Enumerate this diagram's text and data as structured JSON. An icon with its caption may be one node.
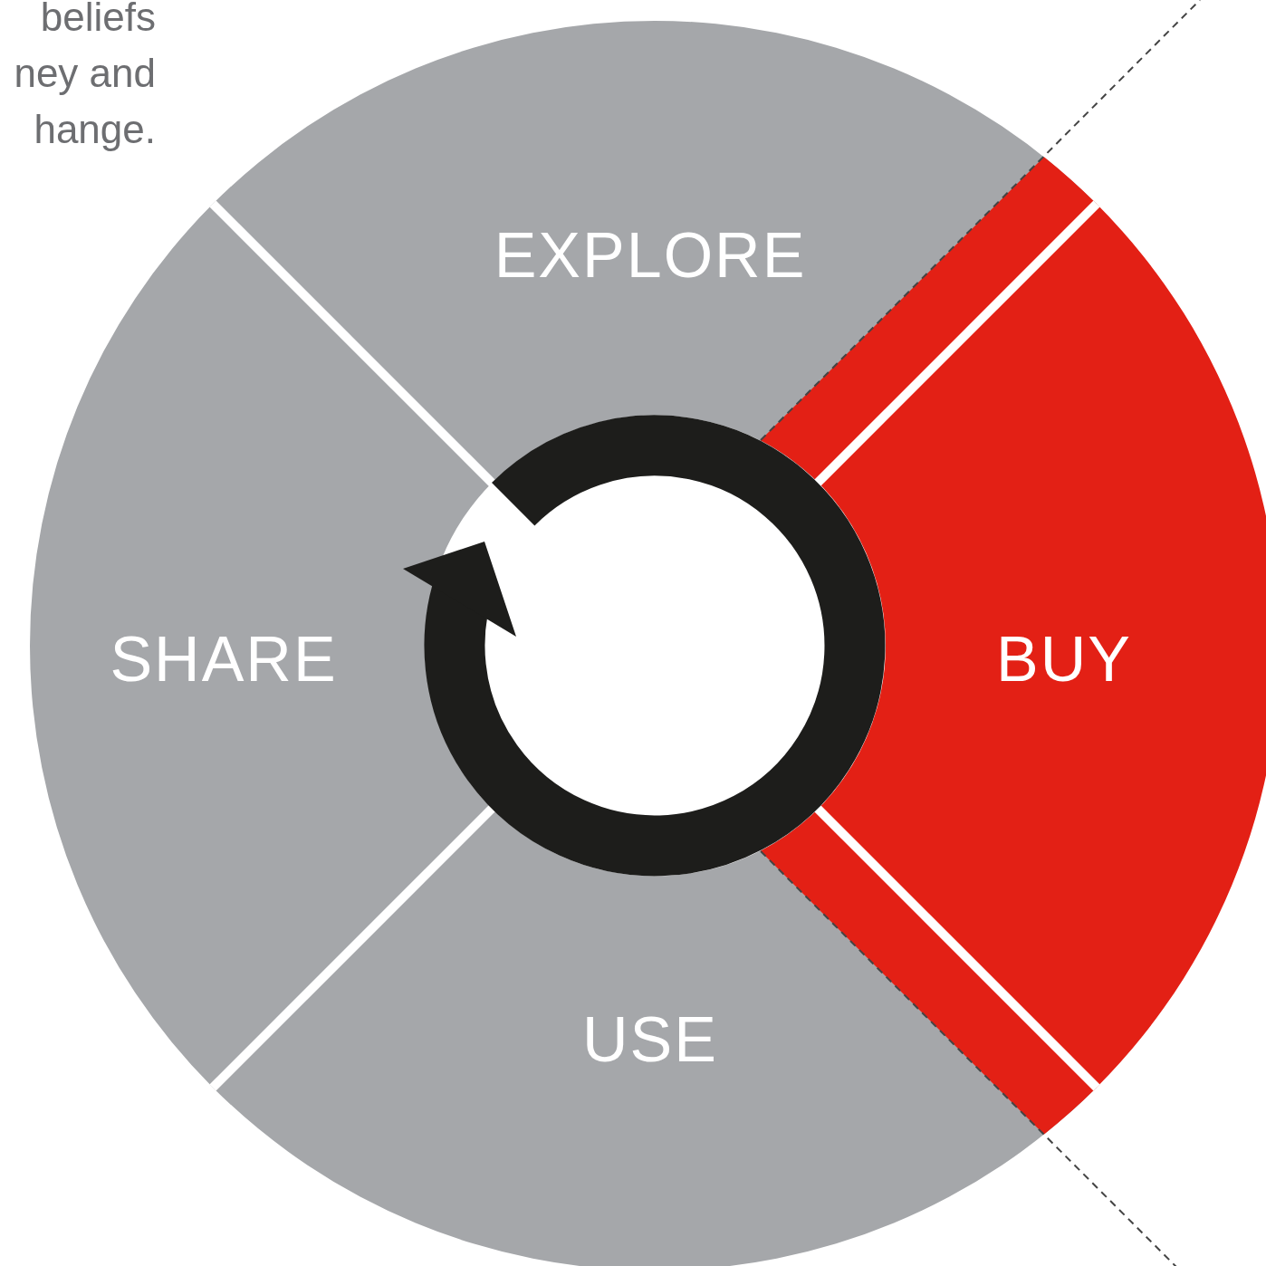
{
  "diagram": {
    "nodes": [
      {
        "text": [
          "EXPLORE"
        ]
      },
      {
        "text": [
          "SHARE"
        ]
      },
      {
        "text": [
          "BUY"
        ]
      },
      {
        "text": [
          "USE"
        ]
      }
    ],
    "labels": [
      "beliefs ney and hange."
    ]
  }
}
